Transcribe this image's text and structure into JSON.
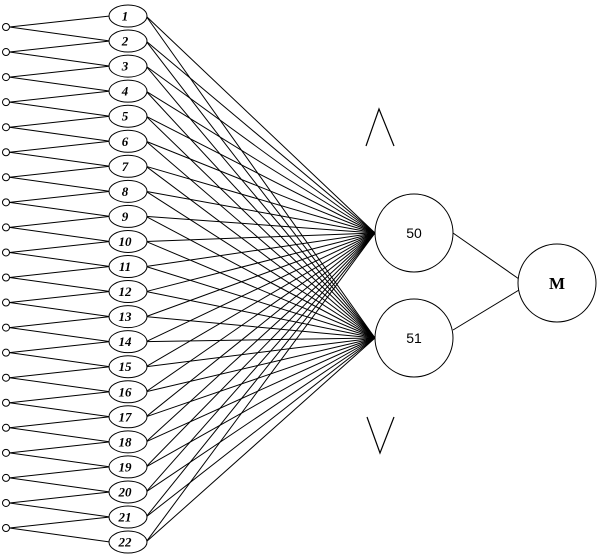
{
  "diagram": {
    "input_nodes": [
      "1",
      "2",
      "3",
      "4",
      "5",
      "6",
      "7",
      "8",
      "9",
      "10",
      "11",
      "12",
      "13",
      "14",
      "15",
      "16",
      "17",
      "18",
      "19",
      "20",
      "21",
      "22"
    ],
    "hidden_nodes": [
      "50",
      "51"
    ],
    "output_node": "M",
    "symbols": {
      "top": "wedge",
      "bottom": "vee"
    }
  }
}
